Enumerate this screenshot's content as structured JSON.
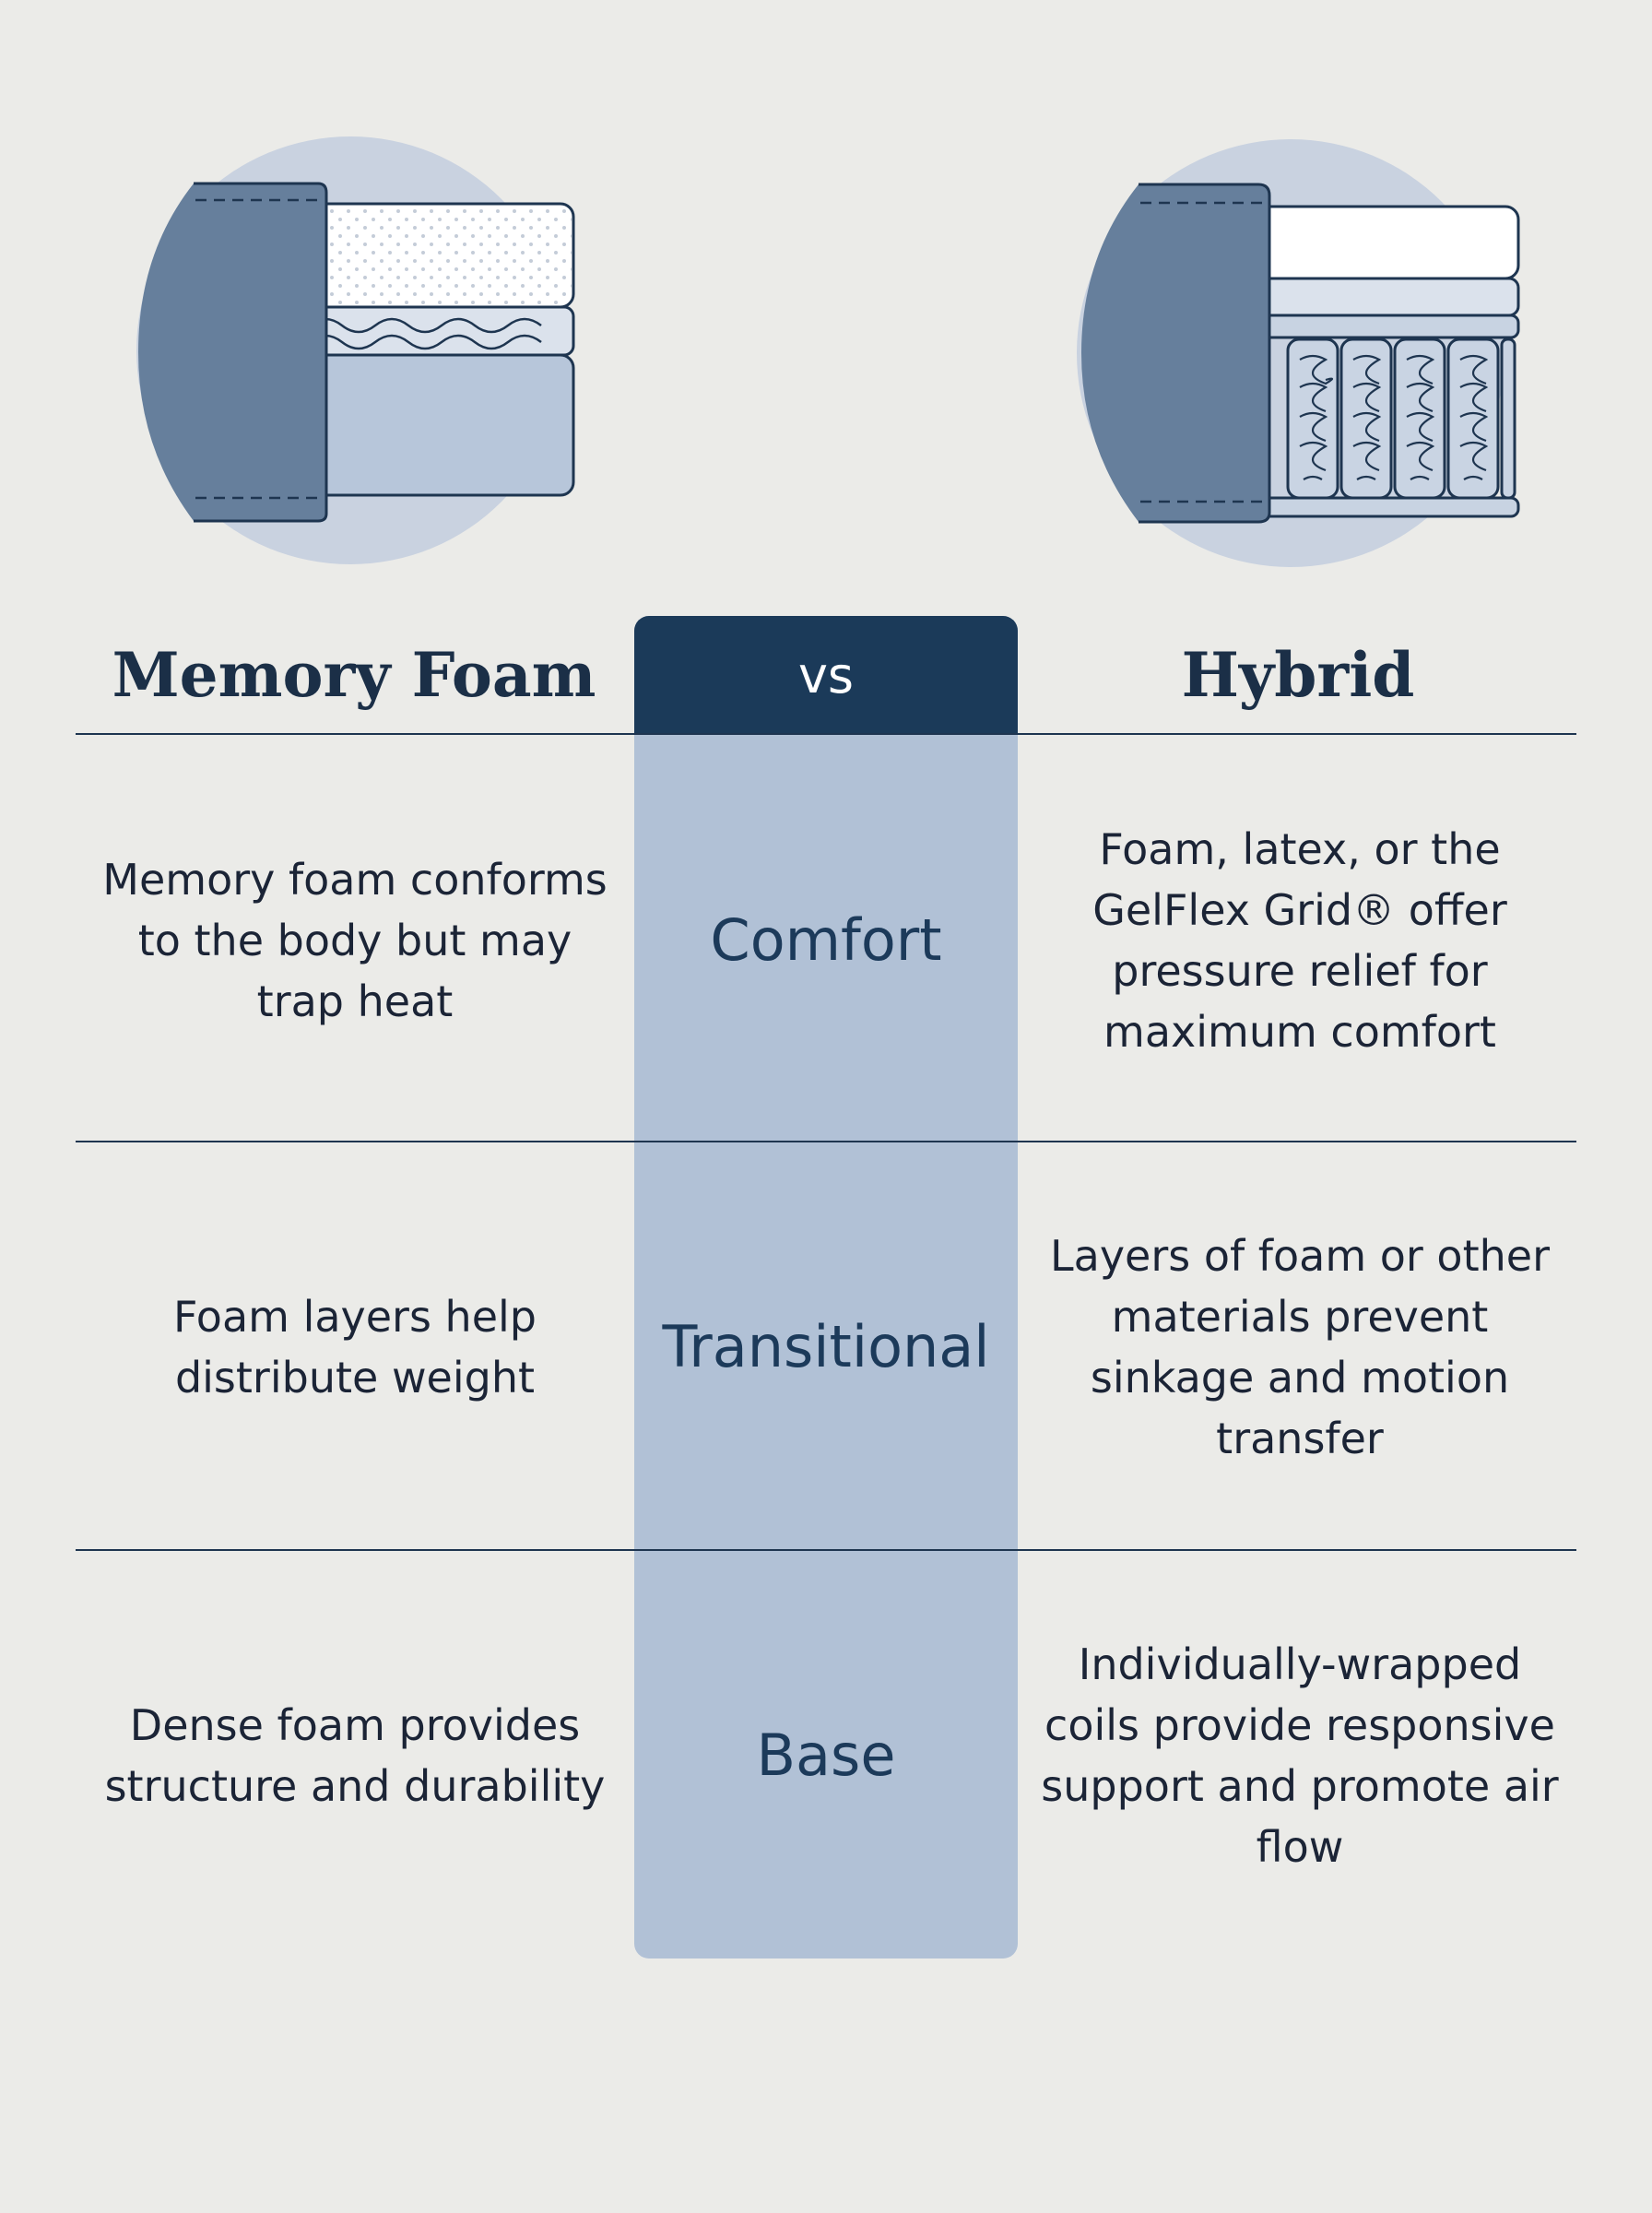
{
  "header": {
    "left_title": "Memory Foam",
    "vs_label": "vs",
    "right_title": "Hybrid"
  },
  "rows": [
    {
      "category": "Comfort",
      "memory_foam": "Memory foam conforms to the body but may trap heat",
      "hybrid": "Foam, latex, or the GelFlex Grid® offer pressure relief for maximum comfort"
    },
    {
      "category": "Transitional",
      "memory_foam": "Foam layers help distribute weight",
      "hybrid": "Layers of foam or other materials prevent sinkage and motion transfer"
    },
    {
      "category": "Base",
      "memory_foam": "Dense foam provides structure and durability",
      "hybrid": "Individually-wrapped coils provide responsive support and promote air flow"
    }
  ],
  "colors": {
    "background": "#ebebe8",
    "navy": "#1b3a59",
    "center_column": "#b1c1d6",
    "circle": "#c9d2e0",
    "dark_side": "#667f9c",
    "light_layer": "#b7c6da"
  },
  "icons": [
    "memory-foam-mattress-icon",
    "hybrid-mattress-icon"
  ]
}
